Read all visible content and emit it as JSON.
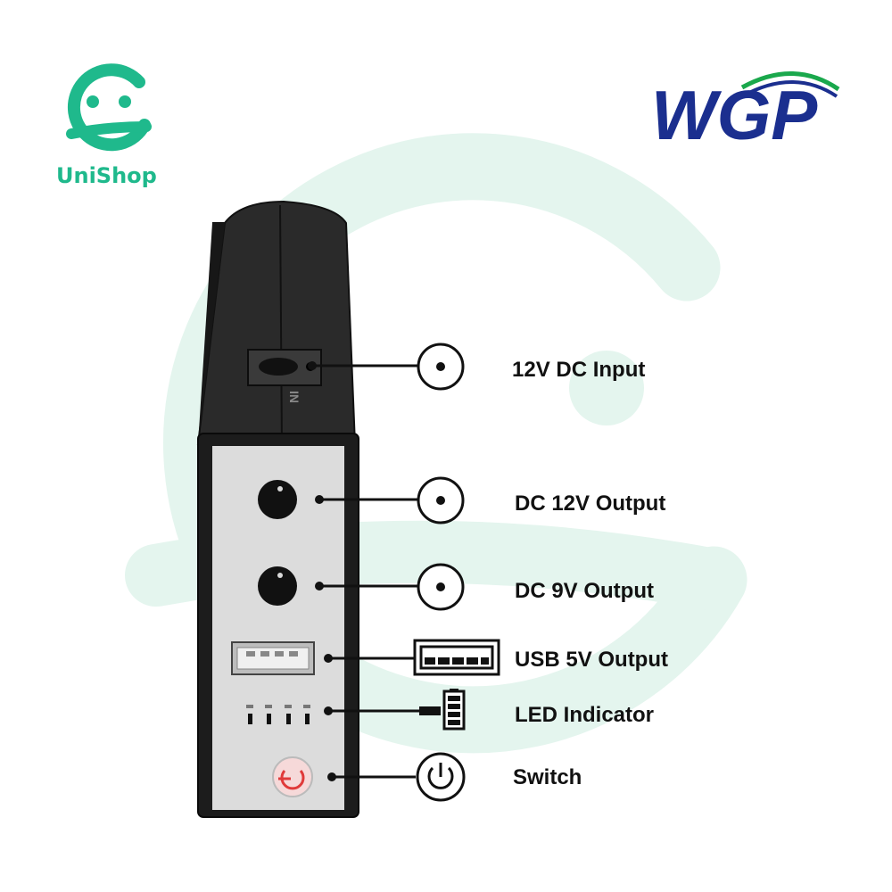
{
  "colors": {
    "brand_green": "#1fb98c",
    "watermark": "#e4f5ee",
    "wgp_navy": "#1b2f8f",
    "wgp_swoosh": "#1aa84c",
    "device_body": "#1c1c1c",
    "device_panel": "#dcdcdc",
    "switch_red": "#e03a3a"
  },
  "brand": {
    "logo_icon": "unishop-g-face-icon",
    "name": "UniShop"
  },
  "maker_logo": {
    "icon": "wgp-logo",
    "text": "WGP"
  },
  "device": {
    "top_marking": "IN",
    "led_count": 4
  },
  "callouts": [
    {
      "icon": "dc-jack-icon",
      "label": "12V DC Input"
    },
    {
      "icon": "dc-jack-icon",
      "label": "DC 12V Output"
    },
    {
      "icon": "dc-jack-icon",
      "label": "DC 9V Output"
    },
    {
      "icon": "usb-port-icon",
      "label": "USB 5V Output"
    },
    {
      "icon": "battery-icon",
      "label": "LED Indicator"
    },
    {
      "icon": "power-icon",
      "label": "Switch"
    }
  ]
}
